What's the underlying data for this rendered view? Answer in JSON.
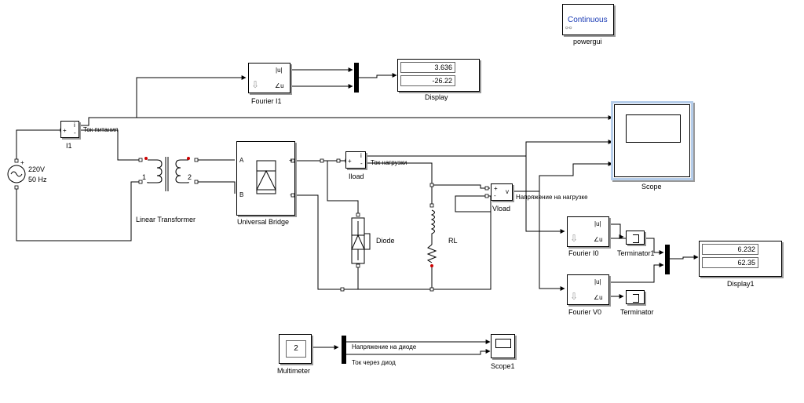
{
  "powergui": {
    "label": "Continuous",
    "name": "powergui"
  },
  "source": {
    "voltage": "220V",
    "freq": "50 Hz"
  },
  "i1": {
    "name": "I1",
    "signal": "Ток питания"
  },
  "transformer": {
    "name": "Linear Transformer",
    "w1": "1",
    "w2": "2"
  },
  "bridge": {
    "name": "Universal Bridge",
    "a": "A",
    "b": "B",
    "plus": "+",
    "minus": "-"
  },
  "fourier_i1": {
    "name": "Fourier I1",
    "out1": "|u|",
    "out2": "∠u"
  },
  "display": {
    "name": "Display",
    "v1": "3.636",
    "v2": "-26.22"
  },
  "iload": {
    "name": "Iload",
    "signal": "Ток нагрузки"
  },
  "vload": {
    "name": "Vload",
    "signal": "Напряжение на нагрузке"
  },
  "diode": {
    "name": "Diode"
  },
  "rl": {
    "name": "RL"
  },
  "scope": {
    "name": "Scope"
  },
  "fourier_i0": {
    "name": "Fourier I0",
    "out1": "|u|",
    "out2": "∠u"
  },
  "fourier_v0": {
    "name": "Fourier V0",
    "out1": "|u|",
    "out2": "∠u"
  },
  "terminator1": {
    "name": "Terminator1"
  },
  "terminator": {
    "name": "Terminator"
  },
  "display1": {
    "name": "Display1",
    "v1": "6.232",
    "v2": "62.35"
  },
  "multimeter": {
    "name": "Multimeter",
    "value": "2"
  },
  "multimeter_signals": {
    "s1": "Напряжение на диоде",
    "s2": "Ток через диод"
  },
  "scope1": {
    "name": "Scope1"
  },
  "ports": {
    "plus": "+",
    "minus": "-",
    "i": "i",
    "v": "v"
  }
}
